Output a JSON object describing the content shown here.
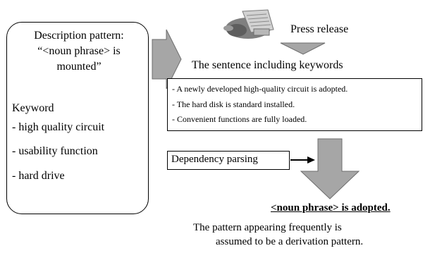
{
  "left_panel": {
    "pattern_title": "Description pattern:",
    "pattern_line1": "“<noun phrase> is",
    "pattern_line2": "mounted”",
    "keyword_heading": "Keyword",
    "keywords": [
      "- high quality circuit",
      "- usability function",
      "- hard drive"
    ]
  },
  "source": {
    "icon": "fax-machine-icon",
    "label": "Press release"
  },
  "sentence_heading": "The sentence including keywords",
  "sentences": [
    "- A newly developed high-quality circuit is adopted.",
    "- The hard disk is standard installed.",
    "- Convenient functions are fully loaded."
  ],
  "dependency_label": "Dependency parsing",
  "derived_pattern": "<noun phrase> is adopted.",
  "conclusion_line1": "The pattern appearing frequently is",
  "conclusion_line2": "assumed to be a derivation pattern.",
  "colors": {
    "arrow_fill": "#a6a6a6",
    "arrow_stroke": "#6e6e6e",
    "fax_body": "#7f7f7f",
    "fax_light": "#c8c8c8"
  }
}
